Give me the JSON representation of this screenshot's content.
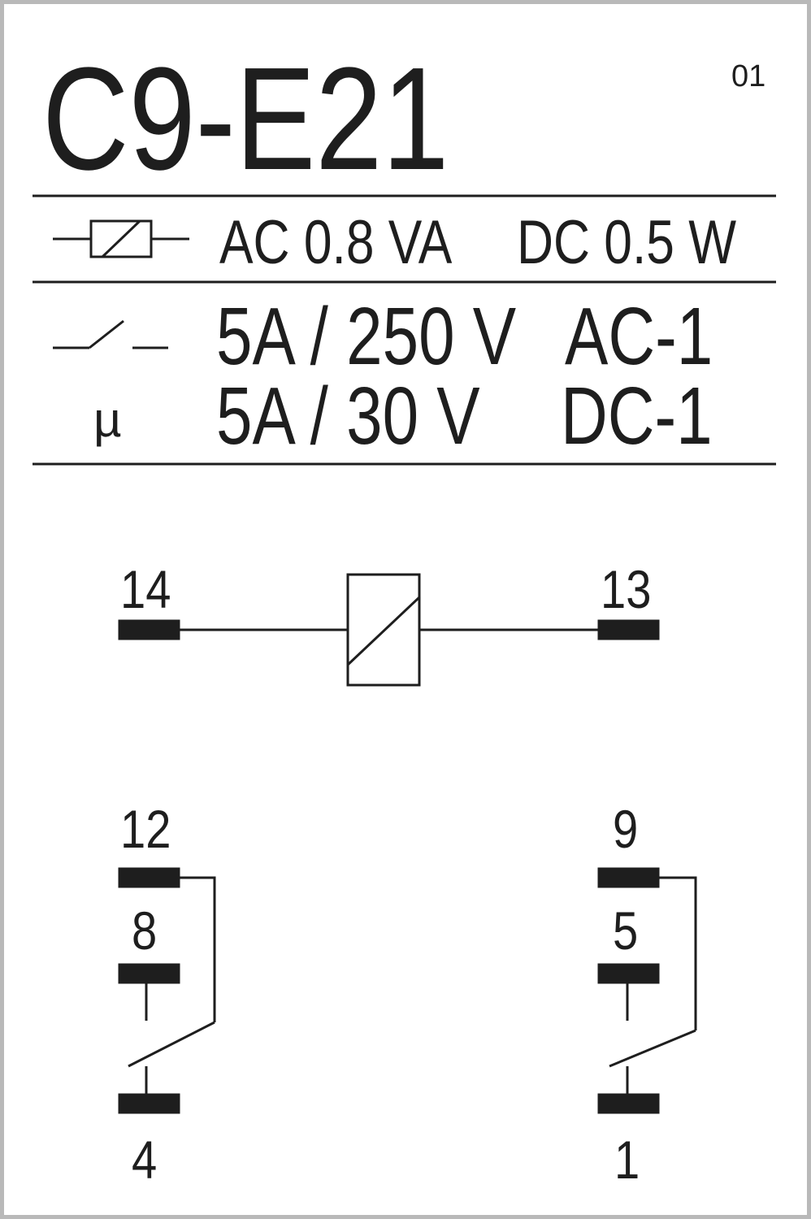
{
  "header": {
    "model": "C9-E21",
    "revision": "01"
  },
  "coil_rating": {
    "ac": "AC 0.8 VA",
    "dc": "DC 0.5 W"
  },
  "contact_rating": {
    "micro_symbol": "µ",
    "ac_current_voltage": "5A / 250 V",
    "ac_category": "AC-1",
    "dc_current_voltage": "5A / 30 V",
    "dc_category": "DC-1"
  },
  "terminals": {
    "coil_left": "14",
    "coil_right": "13",
    "left_nc": "12",
    "left_no": "8",
    "left_common": "4",
    "right_nc": "9",
    "right_no": "5",
    "right_common": "1"
  },
  "colors": {
    "ink": "#1e1e1e",
    "border": "#b9b9b9",
    "background": "#ffffff"
  }
}
